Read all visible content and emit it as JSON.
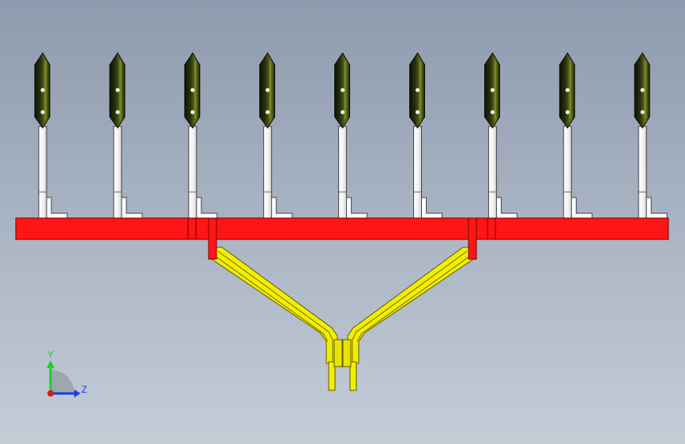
{
  "viewport": {
    "background_top": "#8e9bae",
    "background_bottom": "#c4ccd6"
  },
  "model": {
    "frame_color": "#ff1515",
    "frame_edge_color": "#7a0000",
    "hitch_color": "#f2ee00",
    "hitch_edge_color": "#5c5a00",
    "shank_color": "#ffffff",
    "tine_dark": "#1a2208",
    "tine_light": "#8b9a2e",
    "tine_count": 9
  },
  "triad": {
    "y_label": "Y",
    "z_label": "Z",
    "y_color": "#1fcf2a",
    "z_color": "#1a3ee0",
    "x_color": "#e01818",
    "icon": "view-orientation-triad-icon"
  }
}
